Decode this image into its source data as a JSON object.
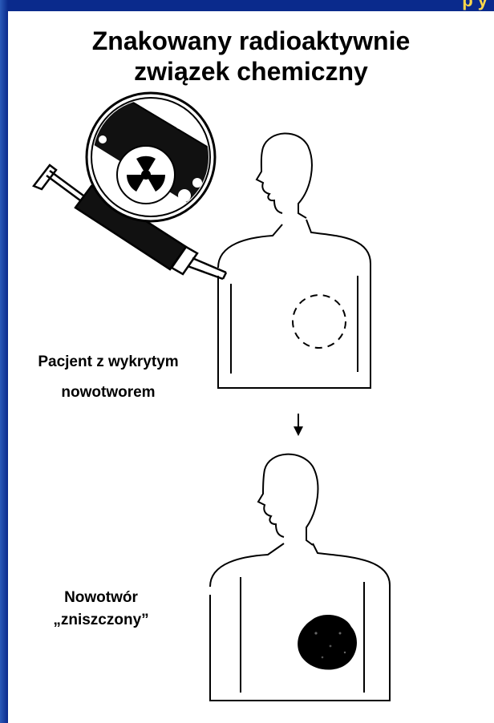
{
  "header": {
    "title_line1": "Znakowany radioaktywnie",
    "title_line2": "związek chemiczny",
    "cropped_corner_text": "p y"
  },
  "labels": {
    "patient": "Pacjent z wykrytym",
    "patient2": "nowotworem",
    "tumor": "Nowotwór",
    "destroyed": "„zniszczony”"
  },
  "icons": {
    "syringe": "syringe-icon",
    "radiation": "radiation-trefoil-icon",
    "magnifier": "magnifier-icon",
    "arrow": "arrow-down-icon"
  },
  "colors": {
    "background": "#0a2a8c",
    "panel": "#ffffff",
    "ink": "#000000",
    "accent_text": "#ffd84a"
  }
}
